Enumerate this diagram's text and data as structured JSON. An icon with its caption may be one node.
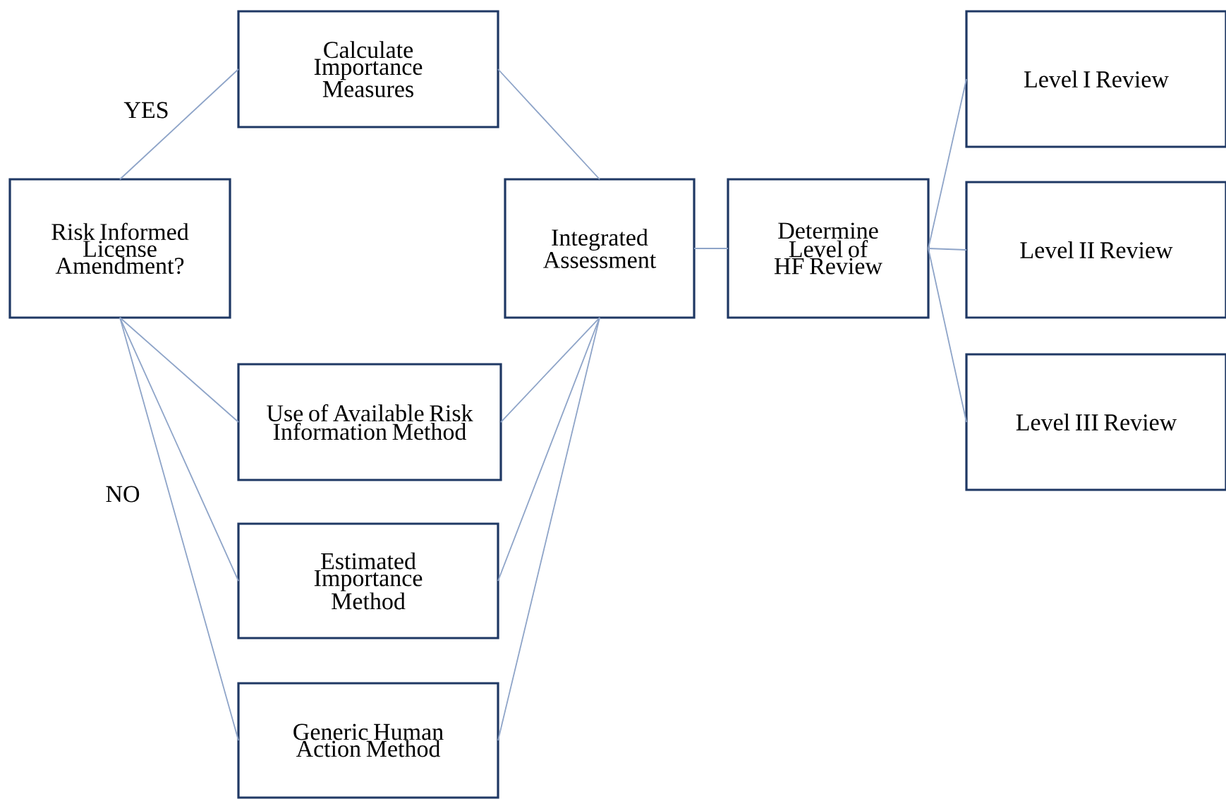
{
  "diagram": {
    "nodes": [
      {
        "text": [
          "Risk Informed License Amendment?"
        ]
      },
      {
        "text": [
          "Calculate Importance Measures"
        ]
      },
      {
        "text": [
          "Use of Available Risk Information Method"
        ]
      },
      {
        "text": [
          "Estimated Importance Method"
        ]
      },
      {
        "text": [
          "Generic Human Action Method"
        ]
      },
      {
        "text": [
          "Integrated Assessment"
        ]
      },
      {
        "text": [
          "Determine Level of HF Review"
        ]
      },
      {
        "text": [
          "Level I Review"
        ]
      },
      {
        "text": [
          "Level II Review"
        ]
      },
      {
        "text": [
          "Level III Review"
        ]
      }
    ],
    "edges": [
      {
        "from": 0,
        "to": 1,
        "arrow": "none",
        "label": "YES"
      },
      {
        "from": 0,
        "to": 2,
        "arrow": "none"
      },
      {
        "from": 0,
        "to": 3,
        "arrow": "none"
      },
      {
        "from": 0,
        "to": 4,
        "arrow": "none"
      },
      {
        "from": 1,
        "to": 5,
        "arrow": "none"
      },
      {
        "from": 2,
        "to": 5,
        "arrow": "none"
      },
      {
        "from": 3,
        "to": 5,
        "arrow": "none"
      },
      {
        "from": 4,
        "to": 5,
        "arrow": "none"
      },
      {
        "from": 5,
        "to": 6,
        "arrow": "none"
      },
      {
        "from": 6,
        "to": 7,
        "arrow": "none"
      },
      {
        "from": 6,
        "to": 8,
        "arrow": "none"
      },
      {
        "from": 6,
        "to": 9,
        "arrow": "none"
      }
    ],
    "labels": [
      "NO"
    ]
  }
}
